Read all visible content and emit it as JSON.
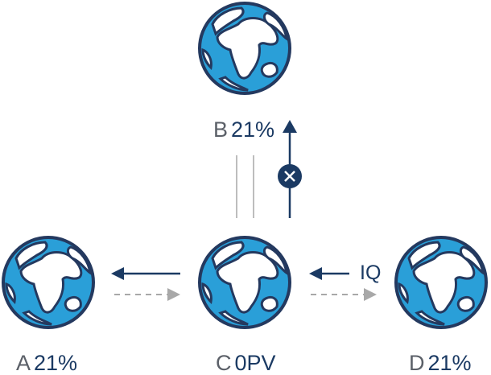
{
  "nodes": {
    "A": {
      "letter": "A",
      "value": "21%"
    },
    "B": {
      "letter": "B",
      "value": "21%"
    },
    "C": {
      "letter": "C",
      "value": "0PV"
    },
    "D": {
      "letter": "D",
      "value": "21%"
    }
  },
  "edges": {
    "d_to_c_label": "IQ"
  },
  "colors": {
    "ocean": "#2a9fd8",
    "land": "#ffffff",
    "outline": "#24395f",
    "arrow": "#1b3a63",
    "dashed": "#a8a8a8",
    "parallel": "#bdbdbd"
  },
  "icons": {
    "node": "globe-africa-icon",
    "blocked": "x-circle-icon"
  }
}
